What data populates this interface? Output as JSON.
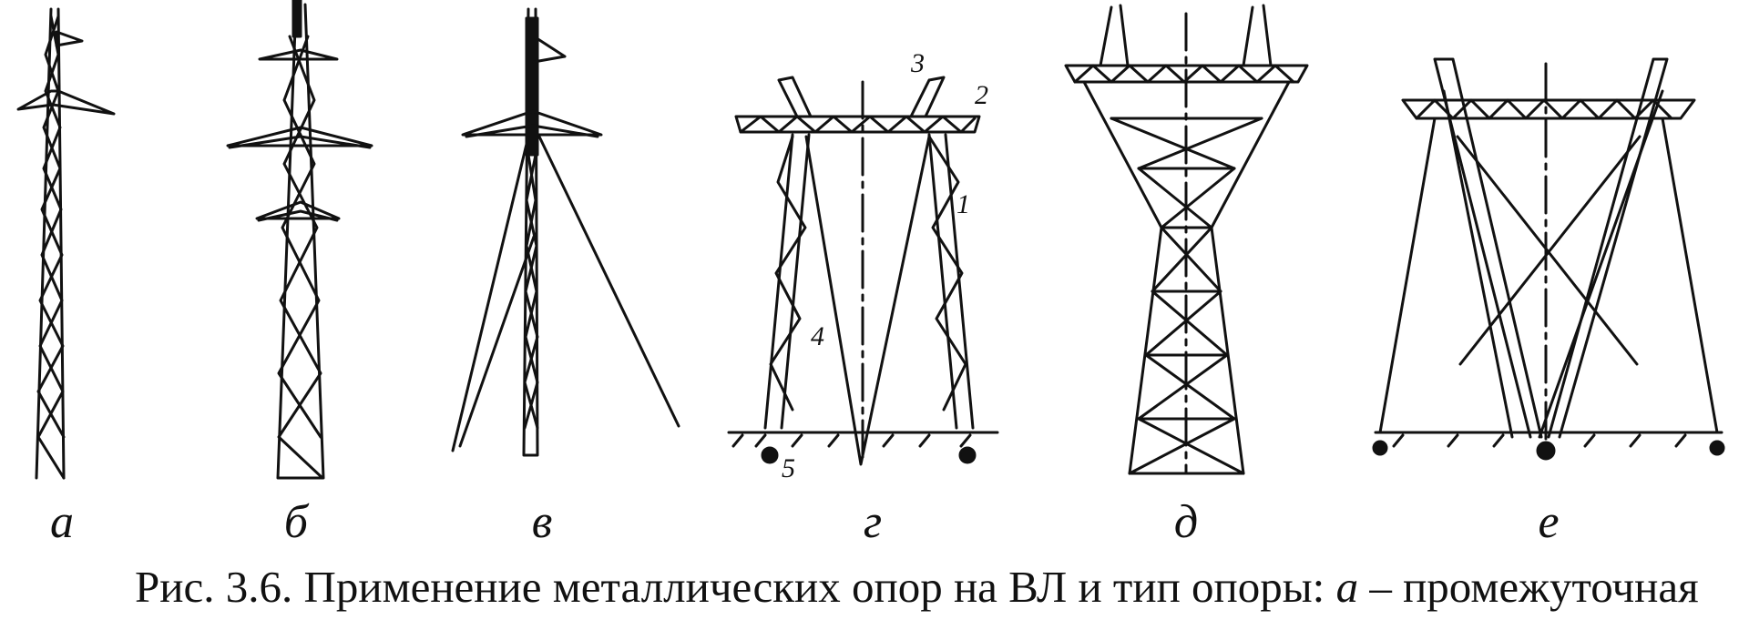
{
  "figure": {
    "letters": [
      "а",
      "б",
      "в",
      "г",
      "д",
      "е"
    ],
    "part_numbers": [
      "1",
      "2",
      "3",
      "4",
      "5"
    ],
    "caption": {
      "prefix": "Рис. 3.6. Применение металлических опор на ВЛ и тип опоры: ",
      "item_letter": "а",
      "suffix": " – промежуточная"
    }
  },
  "ink_color": "#111111"
}
